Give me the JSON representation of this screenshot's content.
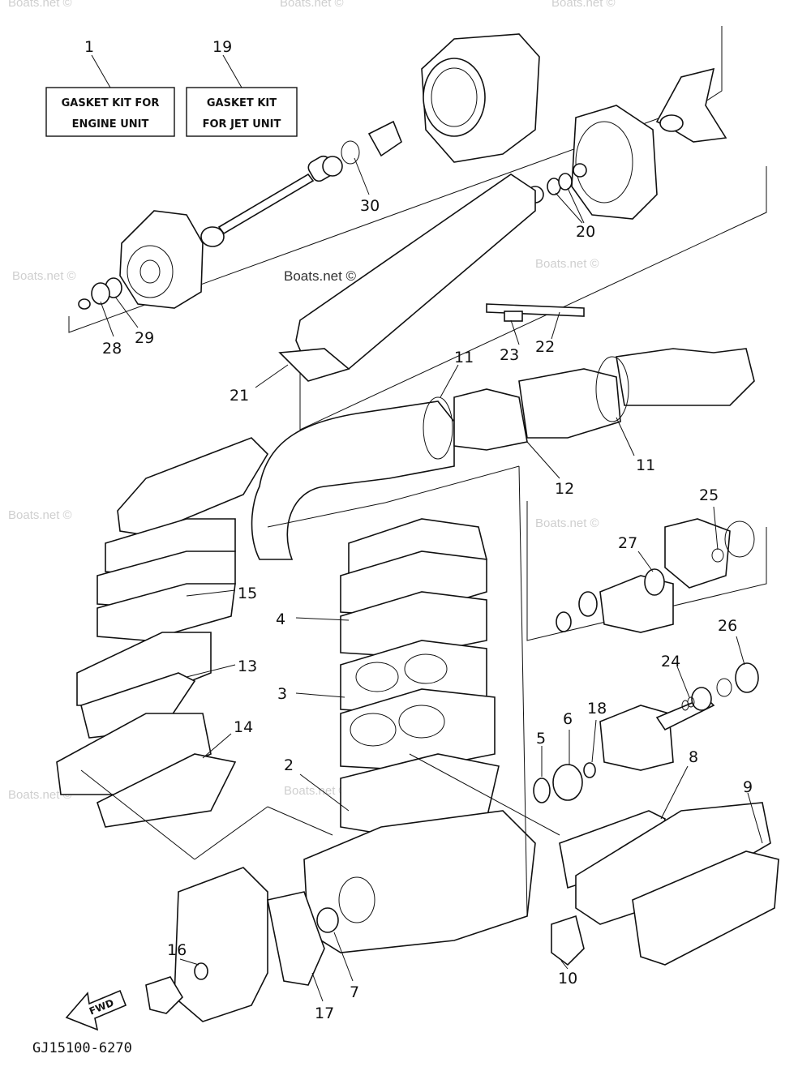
{
  "kits": {
    "engine": {
      "ref": "1",
      "line1": "GASKET KIT FOR",
      "line2": "ENGINE UNIT"
    },
    "jet": {
      "ref": "19",
      "line1": "GASKET KIT",
      "line2": "FOR JET UNIT"
    }
  },
  "callouts": [
    "30",
    "20",
    "28",
    "29",
    "21",
    "23",
    "22",
    "11",
    "12",
    "11",
    "25",
    "27",
    "15",
    "4",
    "13",
    "3",
    "14",
    "2",
    "26",
    "24",
    "18",
    "6",
    "5",
    "8",
    "9",
    "16",
    "7",
    "17",
    "10"
  ],
  "watermark": "Boats.net ©",
  "fwd_label": "FWD",
  "part_number": "GJ15100-6270"
}
